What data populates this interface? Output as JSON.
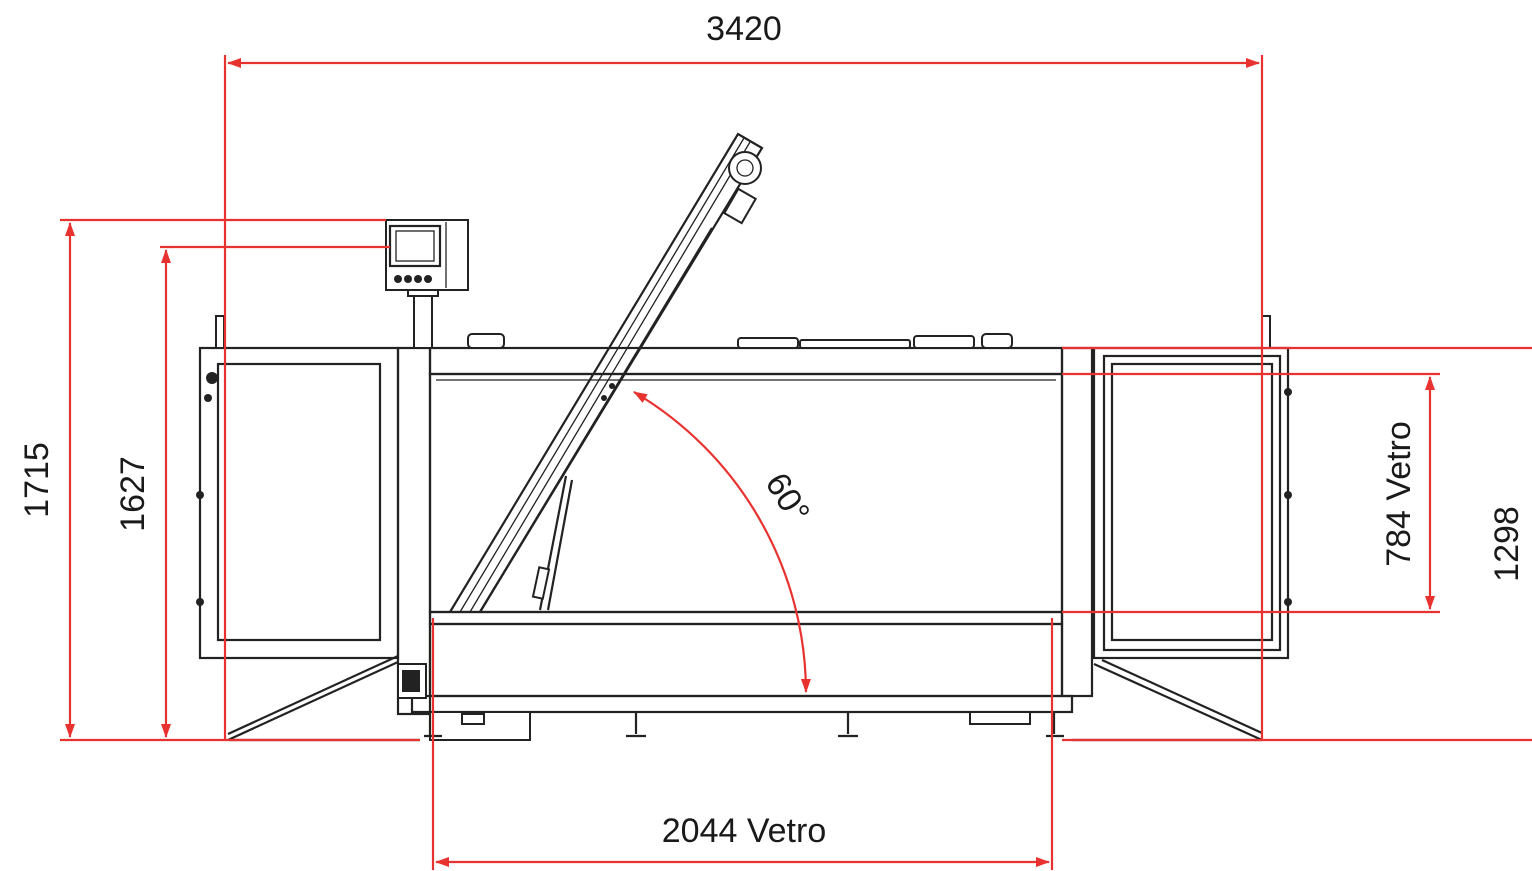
{
  "colors": {
    "dimension": "#e8322f",
    "outline": "#222222",
    "background": "#ffffff"
  },
  "dimensions": {
    "overall_width": "3420",
    "overall_height": "1715",
    "panel_height": "1627",
    "body_height": "1298",
    "glass_height": "784 Vetro",
    "glass_width": "2044 Vetro",
    "lid_angle": "60°"
  },
  "icons": {
    "control_panel": "control-panel-icon",
    "lid_roller": "roller-icon"
  }
}
